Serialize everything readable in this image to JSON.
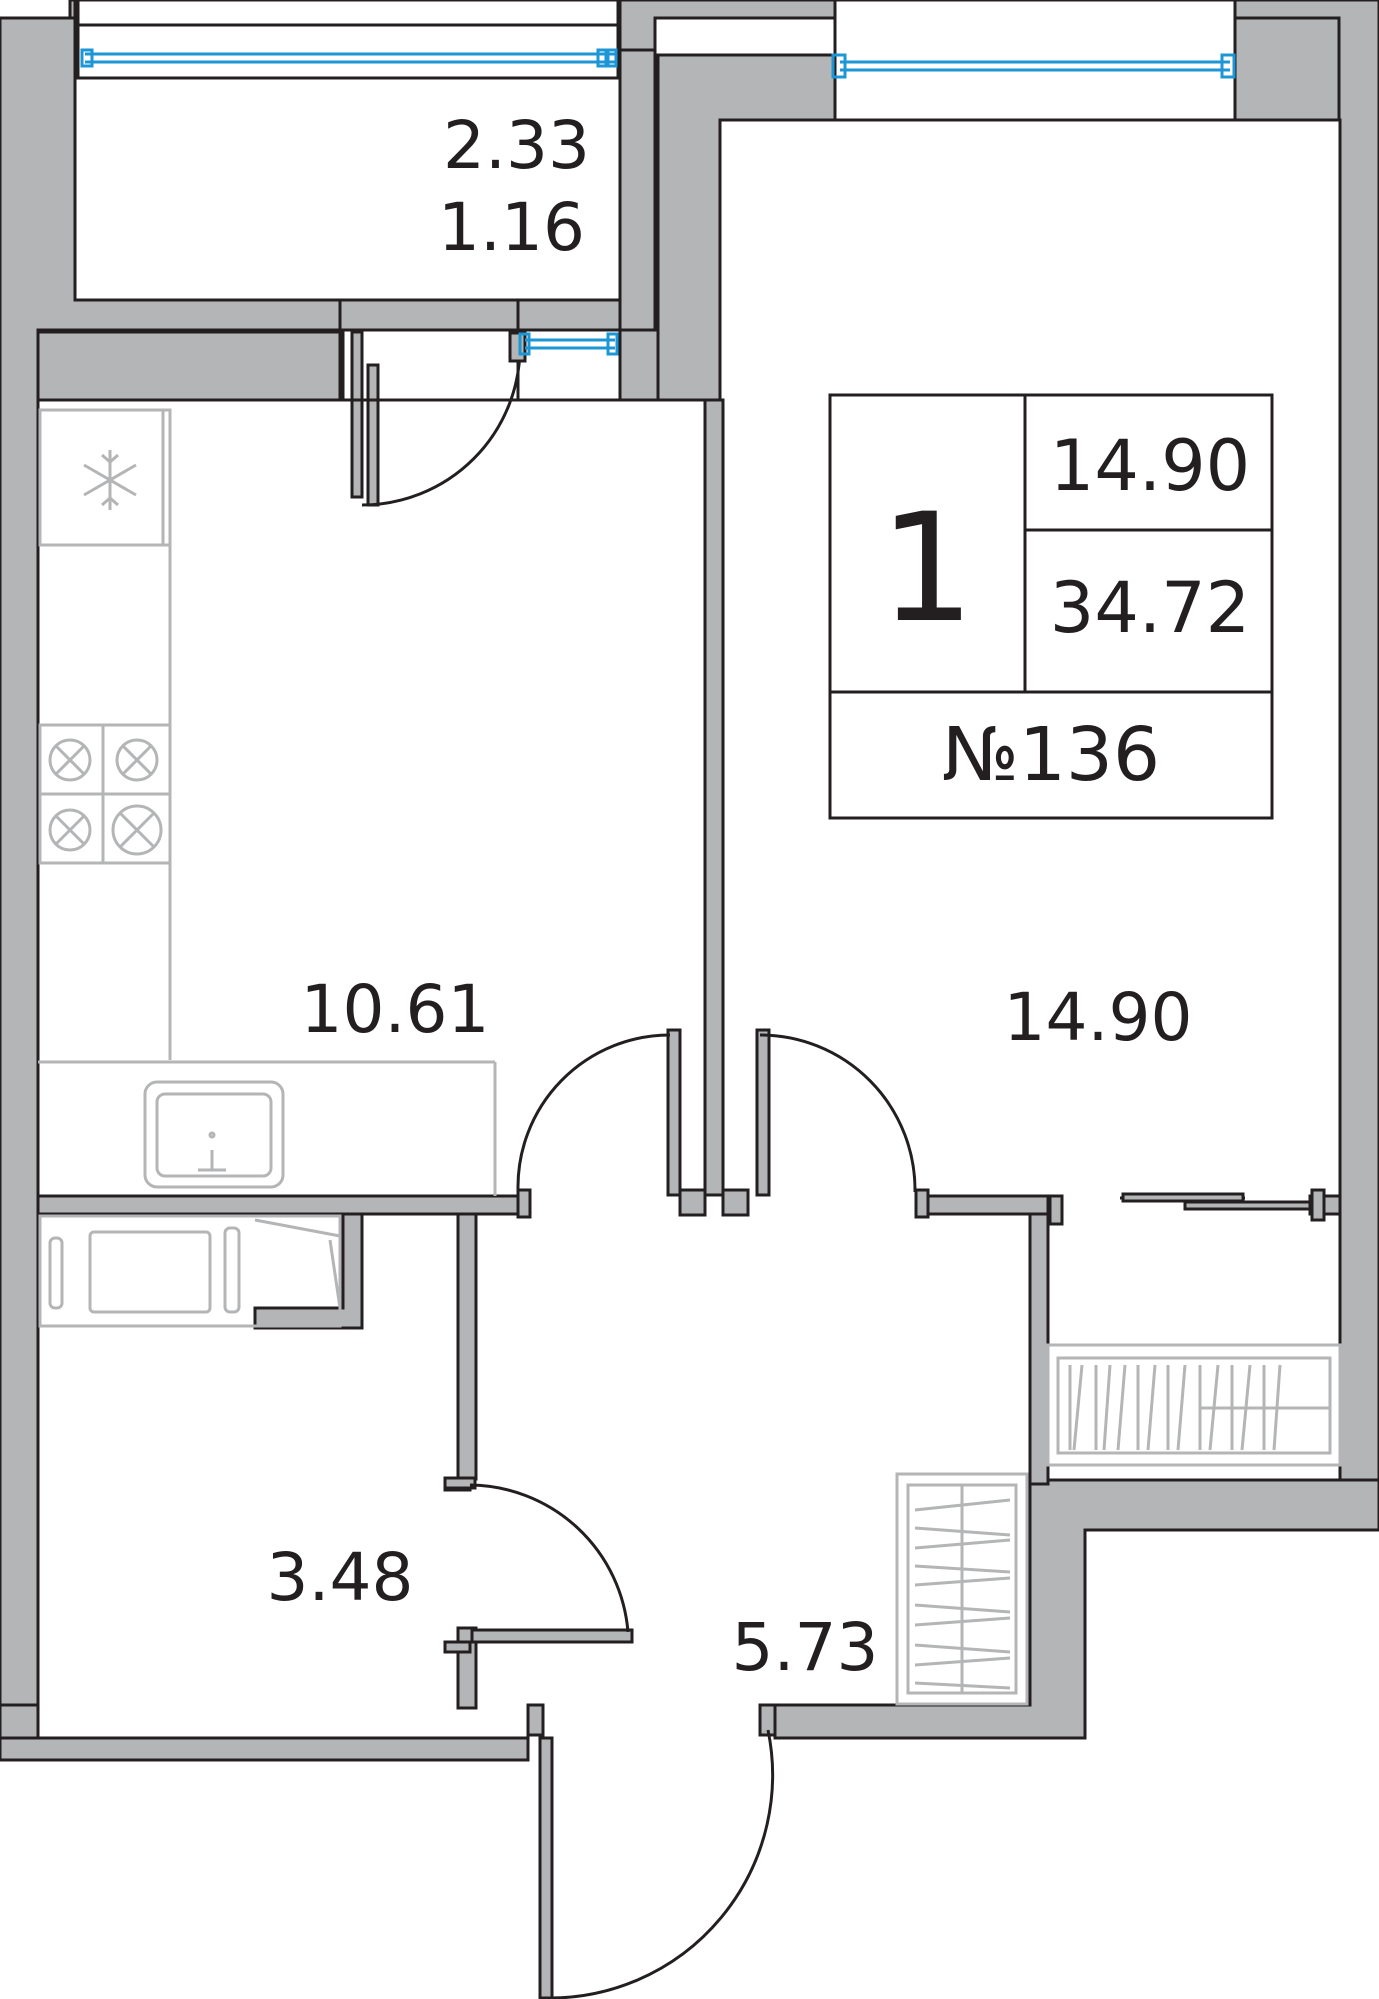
{
  "rooms": {
    "loggia": {
      "area_total": "2.33",
      "area_reduced": "1.16"
    },
    "kitchen": {
      "area": "10.61"
    },
    "living": {
      "area": "14.90"
    },
    "bathroom": {
      "area": "3.48"
    },
    "hall": {
      "area": "5.73"
    }
  },
  "info": {
    "rooms_count": "1",
    "living_area": "14.90",
    "total_area": "34.72",
    "apartment_number": "№136"
  },
  "icons": {
    "fridge": "snowflake-icon",
    "stove": "stove-icon",
    "sink": "sink-icon",
    "bathtub": "bathtub-icon",
    "wardrobe": "wardrobe-icon"
  },
  "colors": {
    "wall": "#b4b5b6",
    "line": "#231f20",
    "window": "#1c96d4"
  }
}
